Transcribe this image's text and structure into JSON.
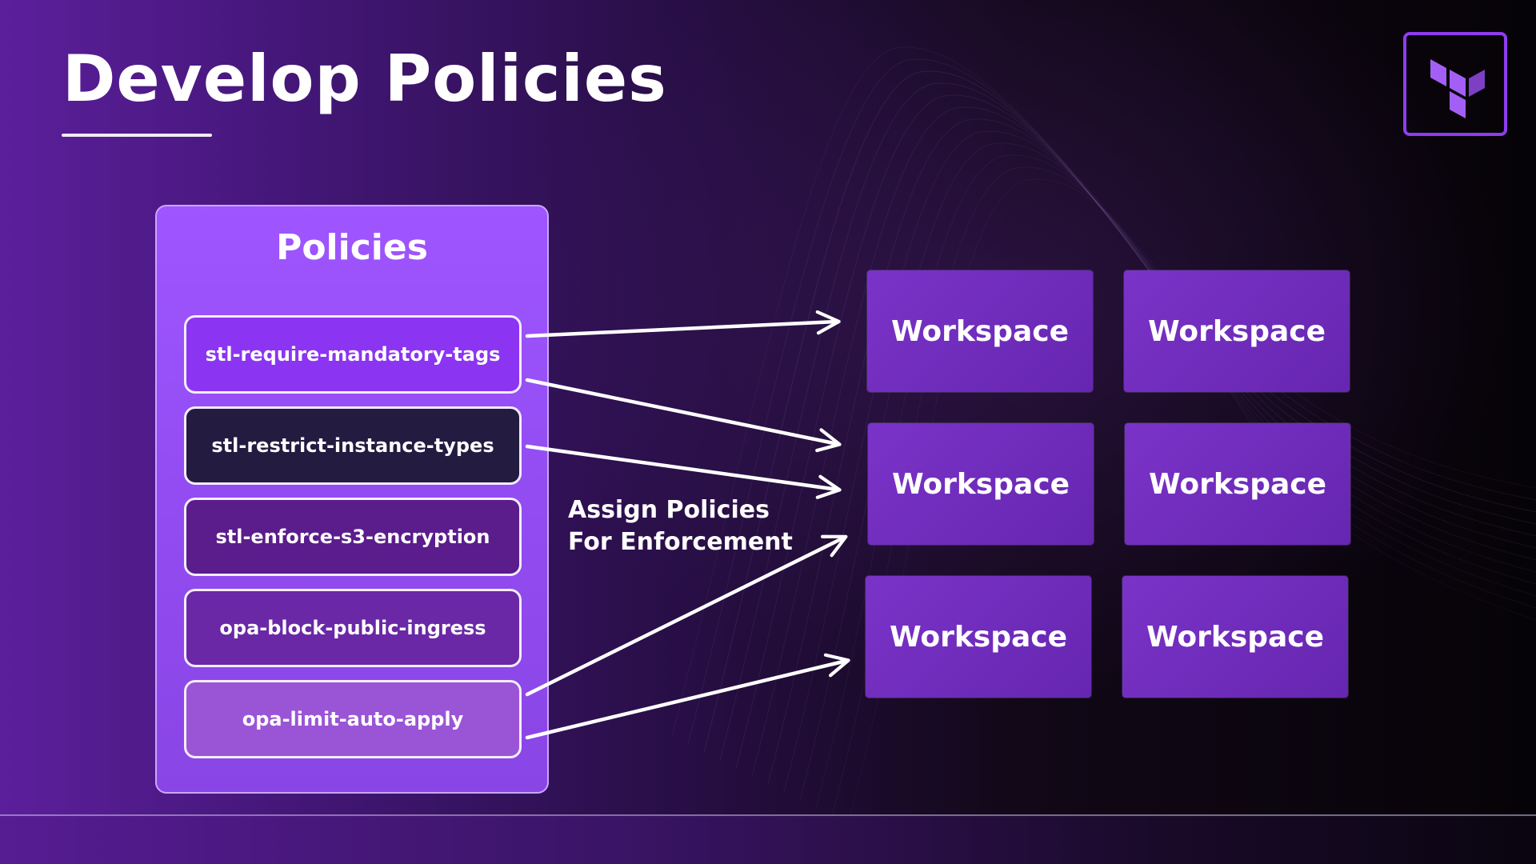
{
  "slide": {
    "title": "Develop Policies"
  },
  "logo": {
    "icon": "terraform-logo-icon",
    "border_color": "#8f3cf0",
    "fill_color": "#a35ff5"
  },
  "policies_panel": {
    "title": "Policies",
    "items": [
      {
        "label": "stl-require-mandatory-tags",
        "color": "#8b35f2"
      },
      {
        "label": "stl-restrict-instance-types",
        "color": "#241b40"
      },
      {
        "label": "stl-enforce-s3-encryption",
        "color": "#5b1c8c"
      },
      {
        "label": "opa-block-public-ingress",
        "color": "#6a28a6"
      },
      {
        "label": "opa-limit-auto-apply",
        "color": "#9a55d6"
      }
    ]
  },
  "assignment": {
    "caption_line1": "Assign Policies",
    "caption_line2": "For Enforcement"
  },
  "workspaces": [
    {
      "label": "Workspace"
    },
    {
      "label": "Workspace"
    },
    {
      "label": "Workspace"
    },
    {
      "label": "Workspace"
    },
    {
      "label": "Workspace"
    },
    {
      "label": "Workspace"
    }
  ]
}
